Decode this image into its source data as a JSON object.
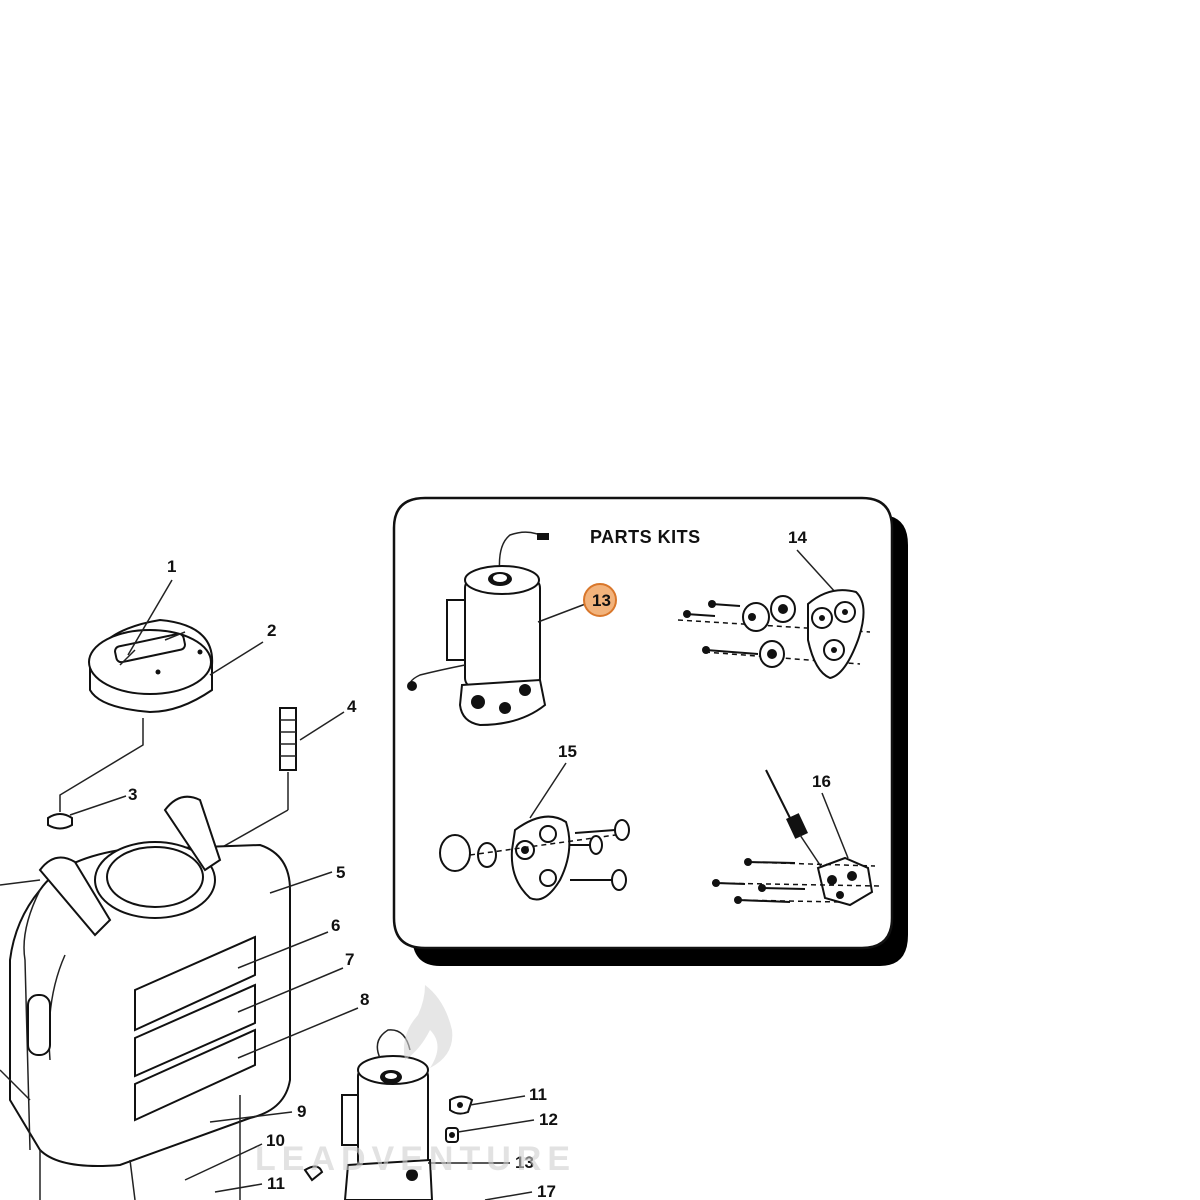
{
  "kits_box": {
    "title": "PARTS KITS",
    "callouts": {
      "c13_highlighted": "13",
      "c14": "14",
      "c15": "15",
      "c16": "16"
    }
  },
  "main_callouts": {
    "c1": "1",
    "c2": "2",
    "c3": "3",
    "c4": "4",
    "c5": "5",
    "c6": "6",
    "c7": "7",
    "c8": "8",
    "c9": "9",
    "c10": "10",
    "c11a": "11",
    "c11b": "11",
    "c12": "12",
    "c13": "13",
    "c17": "17"
  },
  "watermark": {
    "text": "LEADVENTURE",
    "logo": "flame-logo"
  },
  "colors": {
    "highlight_fill": "#f2b37c",
    "highlight_stroke": "#d9772b",
    "line": "#111111"
  }
}
